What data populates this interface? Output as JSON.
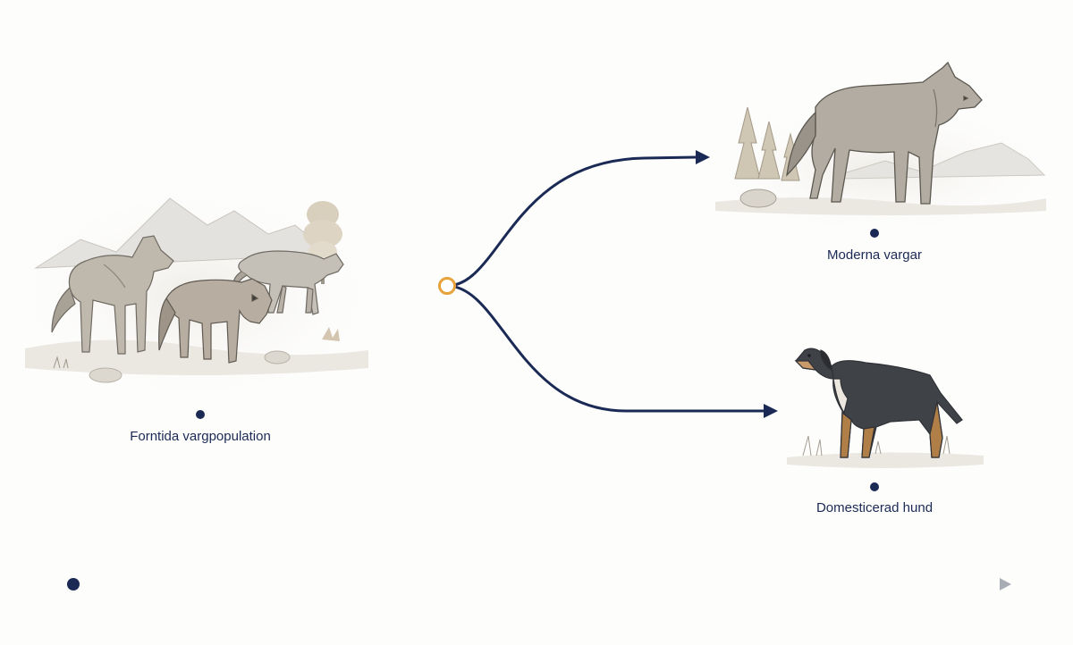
{
  "diagram": {
    "nodes": {
      "ancestral": {
        "label": "Forntida vargpopulation",
        "illustration": "pack-of-three-wolves"
      },
      "modern": {
        "label": "Moderna vargar",
        "illustration": "single-gray-wolf"
      },
      "dog": {
        "label": "Domesticerad hund",
        "illustration": "domestic-dog"
      }
    },
    "colors": {
      "line": "#1b2a55",
      "split_marker": "#e8a23a",
      "timeline_fade": "#a8adb4",
      "sketch_stroke": "#6f6a62",
      "wolf_fill": "#b4aea4",
      "dog_dark": "#3f4247",
      "dog_tan": "#b07f48"
    }
  }
}
